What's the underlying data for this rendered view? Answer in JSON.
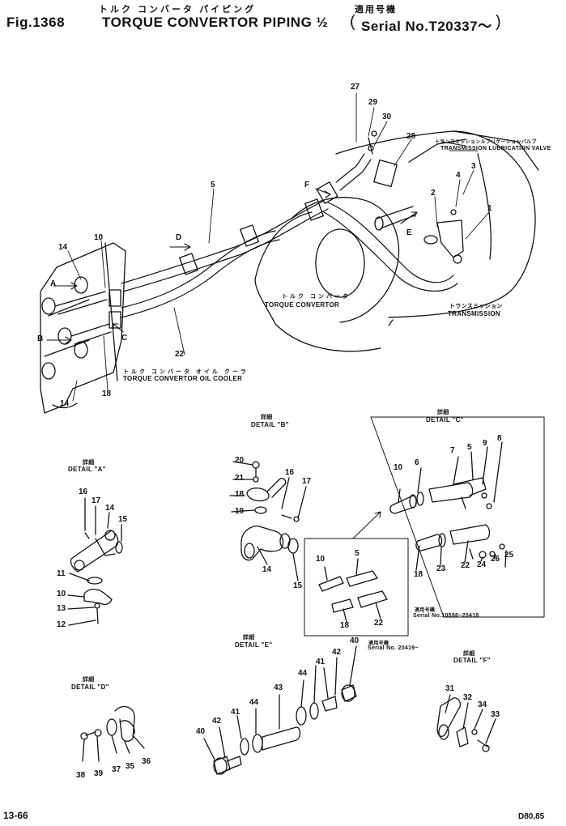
{
  "header": {
    "fig_no": "Fig.1368",
    "title_en": "TORQUE CONVERTOR PIPING ½",
    "title_jp": "トルク コンバータ パイピング",
    "applicable_jp": "適用号機",
    "serial": "Serial No.T20337～"
  },
  "main_view": {
    "transmission_lubrication_jp": "トランスミッションルブリケーションバルブ",
    "transmission_lubrication": "TRANSMISSION LUBRICATION VALVE",
    "torque_convertor_jp": "トルク コンバータ",
    "torque_convertor": "TORQUE CONVERTOR",
    "transmission_jp": "トランスミッション",
    "transmission": "TRANSMISSION",
    "oil_cooler_jp": "トルク コンバータ オイル クーラ",
    "oil_cooler": "TORQUE CONVERTOR OIL COOLER",
    "letters": [
      "A",
      "B",
      "C",
      "D",
      "E",
      "F"
    ]
  },
  "details": {
    "a": {
      "jp": "詳細",
      "title": "DETAIL \"A\""
    },
    "b": {
      "jp": "詳細",
      "title": "DETAIL \"B\""
    },
    "c": {
      "jp": "詳細",
      "title": "DETAIL \"C\"",
      "serial_jp": "適用号機",
      "serial_1": "Serial No.10598~20418",
      "serial_2": "Serial No. 20419~"
    },
    "d": {
      "jp": "詳細",
      "title": "DETAIL \"D\""
    },
    "e": {
      "jp": "詳細",
      "title": "DETAIL \"E\""
    },
    "f": {
      "jp": "詳細",
      "title": "DETAIL \"F\""
    }
  },
  "callouts": {
    "main": [
      "27",
      "29",
      "30",
      "28",
      "3",
      "4",
      "2",
      "1",
      "5",
      "10",
      "14",
      "18",
      "22",
      "14"
    ],
    "detail_a": [
      "16",
      "17",
      "14",
      "15",
      "11",
      "10",
      "13",
      "12"
    ],
    "detail_b": [
      "20",
      "21",
      "18",
      "19",
      "16",
      "17",
      "14",
      "15"
    ],
    "detail_c": [
      "10",
      "6",
      "7",
      "5",
      "9",
      "8",
      "18",
      "23",
      "22",
      "24",
      "26",
      "25",
      "10",
      "5",
      "18",
      "22"
    ],
    "detail_d": [
      "38",
      "39",
      "37",
      "35",
      "36"
    ],
    "detail_e": [
      "40",
      "42",
      "41",
      "44",
      "43",
      "44",
      "41",
      "42",
      "40"
    ],
    "detail_f": [
      "31",
      "32",
      "34",
      "33"
    ]
  },
  "footer": {
    "page": "13-66",
    "models": "D80,85"
  }
}
